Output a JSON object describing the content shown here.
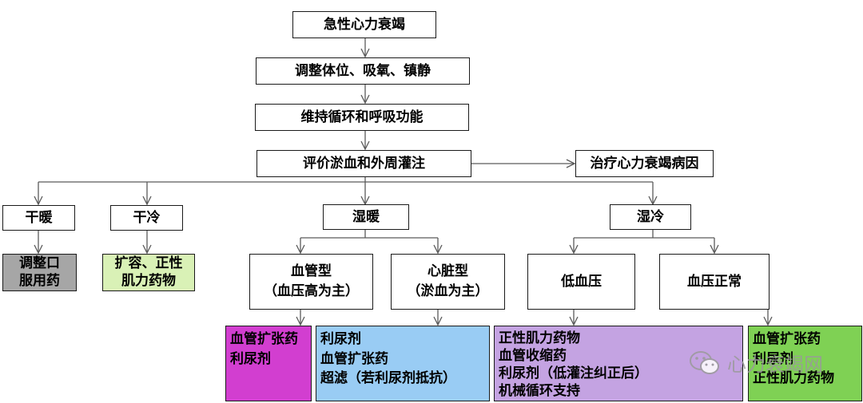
{
  "colors": {
    "gray_fill": "#a6a6a6",
    "light_green_fill": "#d9f1b6",
    "magenta_fill": "#d23ed0",
    "light_blue_fill": "#99ccf4",
    "lavender_fill": "#c4a3e2",
    "green_fill": "#7fd154",
    "line": "#5a5a5a"
  },
  "nodes": {
    "acute_hf": "急性心力衰竭",
    "adjust": "调整体位、吸氧、镇静",
    "maintain": "维持循环和呼吸功能",
    "evaluate": "评价淤血和外周灌注",
    "treat_cause": "治疗心力衰竭病因",
    "dry_warm": "干暖",
    "dry_cold": "干冷",
    "wet_warm": "湿暖",
    "wet_cold": "湿冷",
    "dry_warm_tx": [
      "调整口",
      "服用药"
    ],
    "dry_cold_tx": [
      "扩容、正性",
      "肌力药物"
    ],
    "vascular_type": [
      "血管型",
      "（血压高为主）"
    ],
    "cardiac_type": [
      "心脏型",
      "（淤血为主）"
    ],
    "low_bp": "低血压",
    "normal_bp": "血压正常",
    "vascular_tx": [
      "血管扩张药",
      "利尿剂"
    ],
    "cardiac_tx": [
      "利尿剂",
      "血管扩张药",
      "超滤（若利尿剂抵抗）"
    ],
    "low_bp_tx": [
      "正性肌力药物",
      "血管收缩药",
      "利尿剂（低灌注纠正后）",
      "机械循环支持"
    ],
    "normal_bp_tx": [
      "血管扩张药",
      "利尿剂",
      "正性肌力药物"
    ]
  },
  "watermark": {
    "icon": "wechat-icon",
    "text": "心力衰竭网"
  }
}
